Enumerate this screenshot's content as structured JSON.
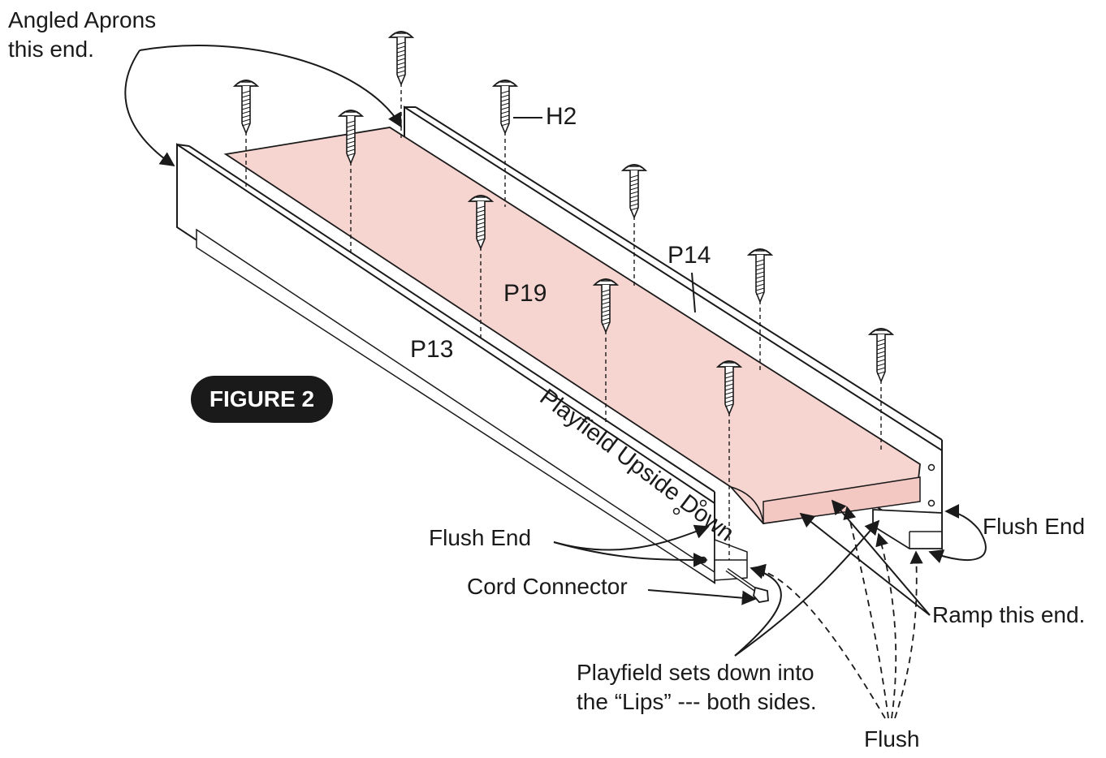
{
  "figure": {
    "badge": "FIGURE 2"
  },
  "labels": {
    "angled_aprons_line1": "Angled Aprons",
    "angled_aprons_line2": "this end.",
    "h2": "H2",
    "p14": "P14",
    "p19": "P19",
    "p13": "P13",
    "playfield_upside_down": "Playfield Upside Down",
    "flush_end_left": "Flush End",
    "flush_end_right": "Flush End",
    "cord_connector": "Cord Connector",
    "ramp_this_end": "Ramp this end.",
    "playfield_sets_line1": "Playfield sets down into",
    "playfield_sets_line2": "the “Lips” --- both sides.",
    "flush": "Flush"
  },
  "colors": {
    "playfield_fill": "#f6d4d0",
    "line": "#1a1a1a",
    "panel": "#ffffff"
  }
}
